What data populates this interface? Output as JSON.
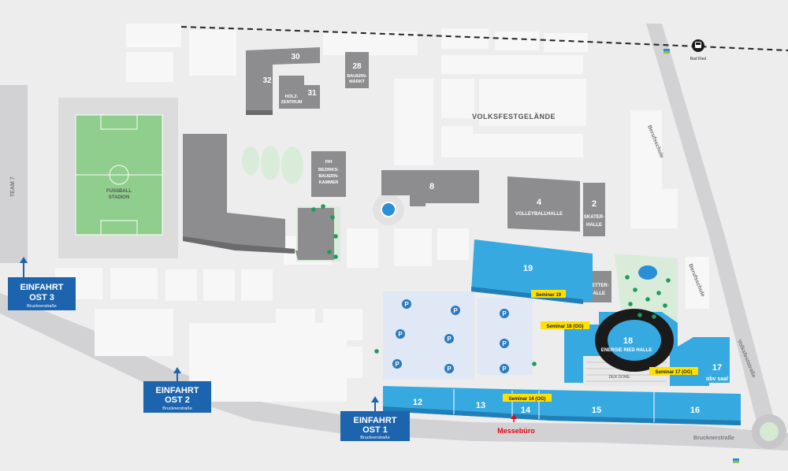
{
  "colors": {
    "ground": "#ededee",
    "block": "#f7f7f7",
    "road": "#d2d2d4",
    "building": "#8d8d8f",
    "building_side": "#6b6b6d",
    "hall": "#36a9e1",
    "hall_side": "#1f7fb6",
    "parking": "#dfe8f4",
    "parking_icon": "#2a7bbf",
    "field": "#8fce8c",
    "green": "#d9ecd9",
    "tree": "#1e9a5a",
    "pond": "#2a8fd6",
    "entrance": "#1c64ad",
    "seminar": "#ffe000",
    "messebuero": "#e30613",
    "rail": "#222222"
  },
  "district": "VOLKSFESTGELÄNDE",
  "station": {
    "name": "Bad Ried",
    "icon": "train-icon"
  },
  "streets": {
    "bottom": "Brucknerstraße",
    "right": "Volksfeststraße",
    "berufsschule_1": "Berufsschule",
    "berufsschule_2": "Berufsschule",
    "left": "TEAM 7"
  },
  "stadium": {
    "line1": "FUSSBALL",
    "line2": "STADION"
  },
  "buildings": {
    "b30": "30",
    "b32": "32",
    "b31": "31",
    "b28": "28",
    "holz1": "HOLZ-",
    "holz2": "ZENTRUM",
    "markt1": "BAUERN-",
    "markt2": "MARKT",
    "fih1": "FIH",
    "fih2": "BEZIRKS-",
    "fih3": "BAUERN-",
    "fih4": "KAMMER",
    "b8": "8",
    "b4": "4",
    "volley": "VOLLEYBALLHALLE",
    "b2": "2",
    "skater1": "SKATER-",
    "skater2": "HALLE",
    "kletter1": "KLETTER-",
    "kletter2": "HALLE"
  },
  "halls": {
    "h19": "19",
    "h18": "18",
    "h18_name": "ENERGIE RIED HALLE",
    "h17": "17",
    "h17_brand": "obv saal",
    "h12": "12",
    "h13": "13",
    "h14": "14",
    "h15": "15",
    "h16": "16",
    "dome": "DER DOME"
  },
  "seminars": {
    "s19": "Seminar 19",
    "s18": "Seminar 18 (OG)",
    "s17": "Seminar 17 (OG)",
    "s14": "Seminar 14 (OG)"
  },
  "parking_symbol": "P",
  "entrances": [
    {
      "title1": "EINFAHRT",
      "title2": "OST 3",
      "street": "Brucknerstraße"
    },
    {
      "title1": "EINFAHRT",
      "title2": "OST 2",
      "street": "Brucknerstraße"
    },
    {
      "title1": "EINFAHRT",
      "title2": "OST 1",
      "street": "Brucknerstraße"
    }
  ],
  "messebuero": "Messebüro"
}
